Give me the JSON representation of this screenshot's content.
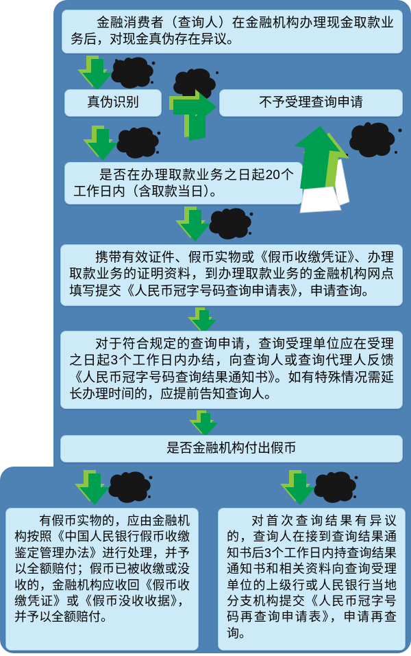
{
  "colors": {
    "panel_blue": "#4e81b4",
    "box_fill": "#cdeaf8",
    "box_border": "#9ecfe9",
    "arrow_green": "#009e4f",
    "arrow_green_light": "#8dc63f",
    "splash_black": "#161616",
    "text": "#000000"
  },
  "flow": {
    "start": {
      "text": "金融消费者（查询人）在金融机构办理现金取款业务后，对现金真伪存在异议。"
    },
    "identify": {
      "text": "真伪识别"
    },
    "reject": {
      "text": "不予受理查询申请"
    },
    "within20": {
      "text": "是否在办理取款业务之日起20个工作日内（含取款当日）。"
    },
    "submit": {
      "text": "携带有效证件、假币实物或《假币收缴凭证》、办理取款业务的证明资料，到办理取款业务的金融机构网点填写提交《人民币冠字号码查询申请表》，申请查询。"
    },
    "process": {
      "text": "对于符合规定的查询申请，查询受理单位应在受理之日起3个工作日内办结，向查询人或查询代理人反馈《人民币冠字号码查询结果通知书》。如有特殊情况需延长办理时间的，应提前告知查询人。"
    },
    "isfake": {
      "text": "是否金融机构付出假币"
    },
    "fake_yes": {
      "text": "有假币实物的，应由金融机构按照《中国人民银行假币收缴鉴定管理办法》进行处理，并予以全额赔付；假币已被收缴或没收的，金融机构应收回《假币收缴凭证》或《假币没收收据》，并予以全额赔付。"
    },
    "requery": {
      "text": "对首次查询结果有异议的，查询人在接到查询结果通知书后3个工作日内持查询结果通知书和相关资料向查询受理单位的上级行或人民银行当地分支机构提交《人民币冠字号码再查询申请表》，申请再查询。"
    }
  }
}
